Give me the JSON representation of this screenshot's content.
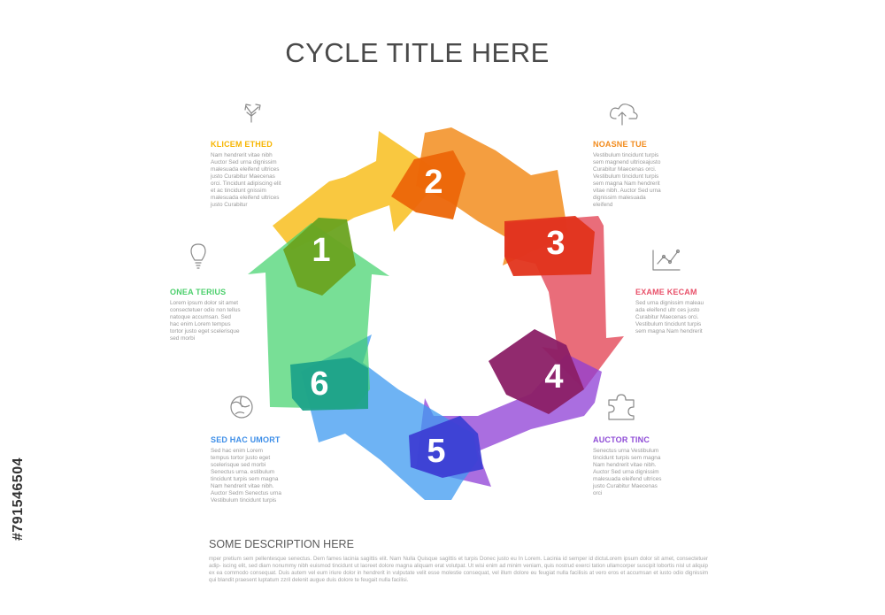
{
  "title": "CYCLE TITLE HERE",
  "steps": [
    {
      "number": "1",
      "color": "#8cc63f",
      "heading": "KLICEM ETHED",
      "heading_color": "#f7b500",
      "text": "Nam hendrerit vitae nibh Auctor Sed urna dignissim malesuada eleifend ultrices justo Curabitur Maecenas orci. Tincidunt adipiscing elit et ac tincidunt gnissim malesuada eleifend ultrices justo Curabitur",
      "icon": "arrows-split-icon"
    },
    {
      "number": "2",
      "color": "#f28b1c",
      "heading": "NOASNE TUE",
      "heading_color": "#f28b1c",
      "text": "Vestibulum tincidunt turpis sem magnend ultriceajusto Curabitur Maecenas orci. Vestibulum tincidunt turpis sem magna Nam hendrerit vitae nibh. Auctor Sed urna dignissim malesuada eleifend",
      "icon": "cloud-upload-icon"
    },
    {
      "number": "3",
      "color": "#e23c3c",
      "heading": "EXAME KECAM",
      "heading_color": "#e8516a",
      "text": "Sed urna dignissim maleau ada eleifend ultr ces justo Curabitur Maecenas orci. Vestibulum tincidunt turpis sem magna Nam hendrerit",
      "icon": "line-chart-icon"
    },
    {
      "number": "4",
      "color": "#8e2b6a",
      "heading": "AUCTOR TINC",
      "heading_color": "#8e4bd6",
      "text": "Senectus urna Vestibulum tincidunt turpis sem magna Nam hendrerit vitae nibh. Auctor Sed urna dignissim malesuada eleifend ultrices justo Curabitur Maecenas orci",
      "icon": "puzzle-icon"
    },
    {
      "number": "5",
      "color": "#4a58d8",
      "heading": "SED HAC UMORT",
      "heading_color": "#3d8ee8",
      "text": "Sed hac enim Lorem tempus tortor justo eget scelerisque sed morbi Senectus urna. estibulum tincidunt turpis sem magna Nam hendrerit vitae nibh. Auctor Sedm Senectus urna Vestibulum tincidunt turpis",
      "icon": "globe-icon"
    },
    {
      "number": "6",
      "color": "#1fa58c",
      "heading": "ONEA TERIUS",
      "heading_color": "#4ccf6c",
      "text": "Lorem ipsum dolor sit amet consectetuer odio non tellus natoque accumsan. Sed hac enim Lorem tempus tortor justo eget scelerisque sed morbi",
      "icon": "lightbulb-icon"
    }
  ],
  "description": {
    "title": "SOME DESCRIPTION HERE",
    "text": "mper pretium sem pellentesque senectus. Dem fames lacinia sagittis elit. Nam Nulla Quisque sagittis et turpis Donec justo eu In Lorem. Lacinia id semper id dictuLorem ipsum dolor sit amet, consectetuer adip- iscing elit, sed diam nonummy nibh euismod tincidunt ut laoreet dolore magna aliquam erat volutpat. Ut wisi enim ad minim veniam, quis nostrud exerci tation ullamcorper suscipit lobortis nisl ut aliquip ex ea commodo consequat. Duis autem vel eum iriure dolor in hendrerit in vulputate velit esse molestie consequat, vel illum dolore eu feugiat nulla facilisis at vero eros et accumsan et iusto odio dignissim qui blandit praesent luptatum zzril delenit augue duis dolore te feugait nulla facilisi."
  },
  "side_id": "#791546504"
}
